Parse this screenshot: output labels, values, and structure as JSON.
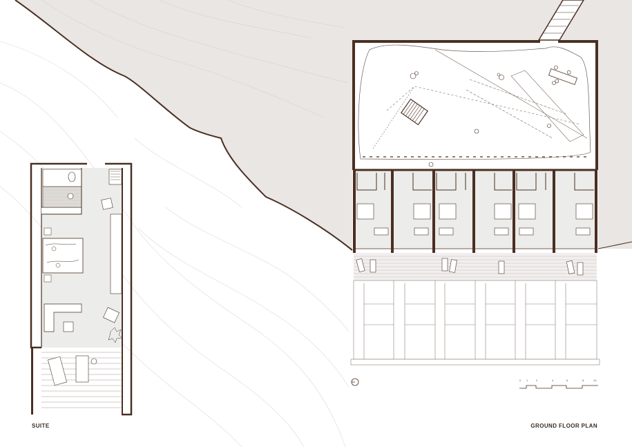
{
  "labels": {
    "suite": "SUITE",
    "ground_floor_plan": "GROUND FLOOR PLAN"
  },
  "scale_bar": {
    "ticks": [
      "0",
      "1",
      "2",
      "4",
      "6",
      "8",
      "10"
    ]
  },
  "colors": {
    "terrain": "#e9e6e4",
    "wall": "#4a2f22",
    "line": "#7a6a62",
    "contour": "#d8d4d2",
    "background": "#ffffff"
  }
}
